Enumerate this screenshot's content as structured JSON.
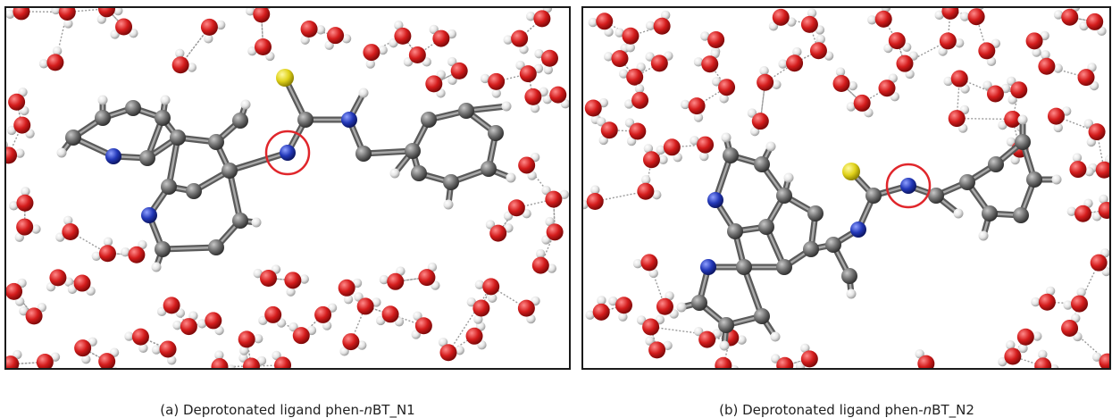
{
  "figure": {
    "panels": [
      {
        "id": "a",
        "caption_prefix": "(a) Deprotonated ligand phen-",
        "caption_italic": "n",
        "caption_suffix": "BT_N1"
      },
      {
        "id": "b",
        "caption_prefix": "(b) Deprotonated ligand phen-",
        "caption_italic": "n",
        "caption_suffix": "BT_N2"
      }
    ]
  },
  "colors": {
    "oxygen": "#d41c1c",
    "hydrogen": "#e6e6e6",
    "carbon": "#6f6f6f",
    "nitrogen": "#2338b8",
    "sulfur": "#e0d21a",
    "highlight_circle": "#e0262b",
    "hbond": "#9a9a9a",
    "frame": "#1a1a1a"
  }
}
